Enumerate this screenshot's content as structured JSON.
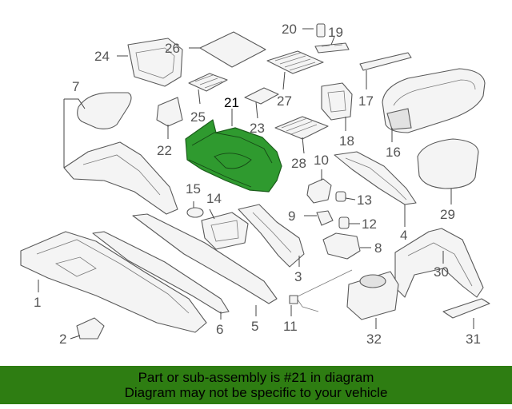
{
  "diagram": {
    "highlight_color": "#2f9a2f",
    "callouts": {
      "n1": "1",
      "n2": "2",
      "n3": "3",
      "n4": "4",
      "n5": "5",
      "n6": "6",
      "n7": "7",
      "n8": "8",
      "n9": "9",
      "n10": "10",
      "n11": "11",
      "n12": "12",
      "n13": "13",
      "n14": "14",
      "n15": "15",
      "n16": "16",
      "n17": "17",
      "n18": "18",
      "n19": "19",
      "n20": "20",
      "n21": "21",
      "n22": "22",
      "n23": "23",
      "n24": "24",
      "n25": "25",
      "n26": "26",
      "n27": "27",
      "n28": "28",
      "n29": "29",
      "n30": "30",
      "n31": "31",
      "n32": "32"
    }
  },
  "banner": {
    "background": "#2e7d12",
    "line1": "Part or sub-assembly is #21 in diagram",
    "line2": "Diagram may not be specific to your vehicle"
  }
}
